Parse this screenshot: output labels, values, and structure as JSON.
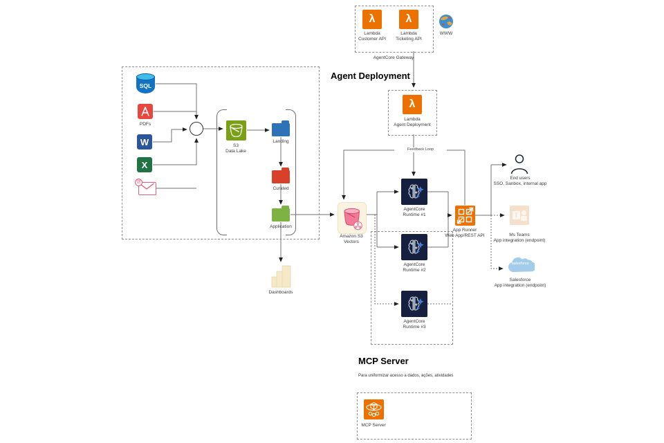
{
  "headings": {
    "agent_deployment": "Agent Deployment",
    "mcp_server": "MCP Server",
    "mcp_subtitle": "Para uniformizar acesso a dados, ações, atividades"
  },
  "gateway": {
    "customer_label": "Lambda\nCustomer API",
    "ticketing_label": "Lambda\nTicketing API",
    "box_label": "AgentCore Gateway"
  },
  "www_label": "WWW",
  "deployment": {
    "label": "Lambda\nAgent Deployment"
  },
  "feedback_label": "Feedback Loop",
  "icons": {
    "lambda_glyph": "λ",
    "at_glyph": "@"
  },
  "sources": {
    "sql_glyph": "SQL",
    "pdf_label": "PDFs",
    "word_glyph": "W",
    "excel_glyph": "X"
  },
  "datalake": {
    "s3_label": "S3\nData Lake",
    "landing": "Landing",
    "curated": "Curated",
    "application": "Application"
  },
  "dashboards_label": "Dashboards",
  "vectors_label": "Amazon S3\nVectors",
  "runtimes": [
    {
      "label": "AgentCore\nRuntime #1"
    },
    {
      "label": "AgentCore\nRuntime #2"
    },
    {
      "label": "AgentCore\nRuntime #3"
    }
  ],
  "app_runner": {
    "label": "App Runner\nWeb App/REST API"
  },
  "endpoints": {
    "end_users": "End users\nSSO, Sanbox, internal app",
    "teams": "Ms Teams\nApp integration (endpoint)",
    "salesforce": "Salesforce\nApp integration (endpoint)",
    "salesforce_cloud_text": "salesforce"
  },
  "mcp": {
    "label": "MCP Server"
  },
  "colors": {
    "lambda_orange": "#ED7100",
    "app_runner_orange": "#ED7100",
    "mcp_orange": "#ED7100",
    "s3_green": "#7AA116",
    "landing_blue": "#2E73B8",
    "curated_red": "#D9402C",
    "application_green": "#7CB342",
    "runtime_navy": "#161F3D",
    "runtime_accent_blue": "#3F7FD6",
    "vectors_pink": "#F27A97",
    "vectors_bg_cream": "#FBF3E2",
    "dashboards_beige": "#F6E9C8",
    "sql_blue": "#1273C4",
    "sql_top_cyan": "#3FBDE8",
    "pdf_red": "#E8473F",
    "word_blue": "#2B579A",
    "excel_green": "#217346",
    "mail_pink": "#E35D7C",
    "salesforce_blue": "#A3CCEA",
    "teams_peach": "#F6E0CB",
    "connector_gray": "#707070"
  }
}
